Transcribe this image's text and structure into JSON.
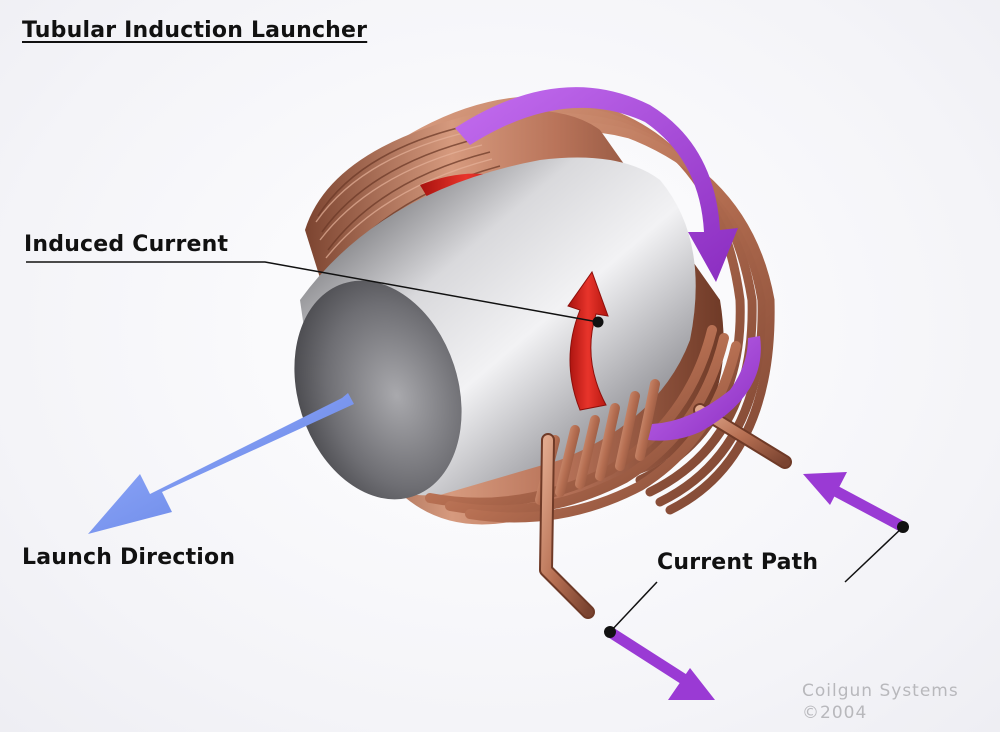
{
  "title": "Tubular Induction Launcher",
  "labels": {
    "induced_current": "Induced Current",
    "launch_direction": "Launch Direction",
    "current_path": "Current Path"
  },
  "credit": {
    "line1": "Coilgun Systems",
    "line2": "2004"
  },
  "colors": {
    "coil_copper": "#b9745a",
    "projectile": "#8c8c90",
    "induced_arrow": "#d8231d",
    "current_arrow": "#a63ad6",
    "launch_arrow": "#6f8ff0"
  }
}
